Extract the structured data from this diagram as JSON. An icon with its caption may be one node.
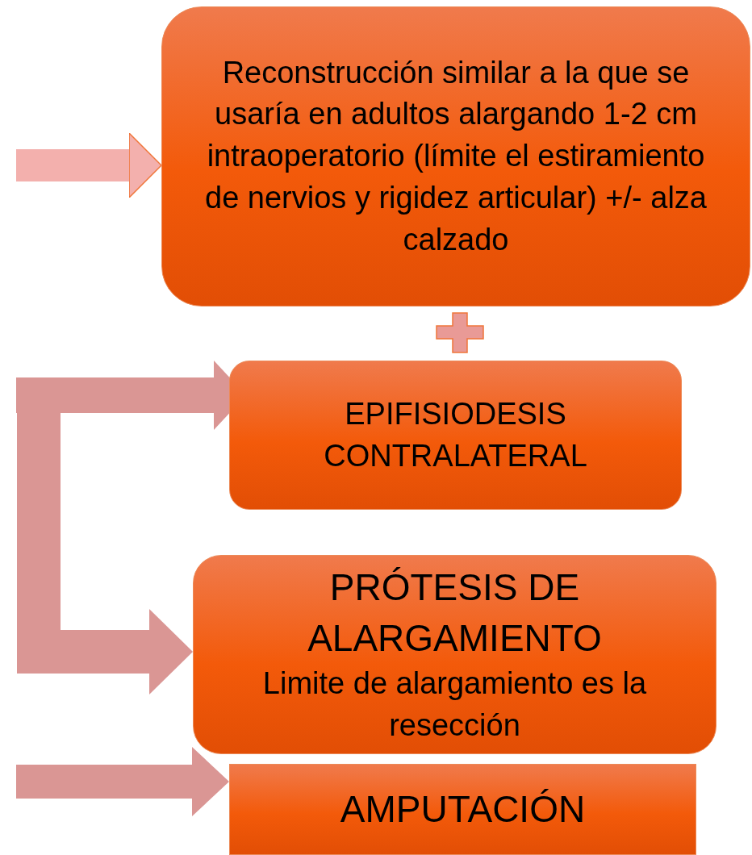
{
  "diagram": {
    "nodes": [
      {
        "text": [
          "Reconstrucción similar a la que se usaría en adultos alargando 1-2 cm intraoperatorio (límite el estiramiento de nervios y rigidez articular) +/- alza calzado"
        ]
      },
      {
        "text": [
          "EPIFISIODESIS CONTRALATERAL"
        ]
      },
      {
        "text": [
          "PRÓTESIS DE ALARGAMIENTO",
          "Limite de alargamiento es la resección"
        ]
      },
      {
        "text": [
          "AMPUTACIÓN"
        ]
      }
    ],
    "edges": [
      {
        "from": null,
        "to": 0,
        "arrow": "to",
        "color": "#f3b0ad"
      },
      {
        "from": null,
        "to": 1,
        "arrow": "to"
      },
      {
        "from": null,
        "to": 2,
        "arrow": "to"
      },
      {
        "from": null,
        "to": 3,
        "arrow": "to"
      }
    ]
  }
}
